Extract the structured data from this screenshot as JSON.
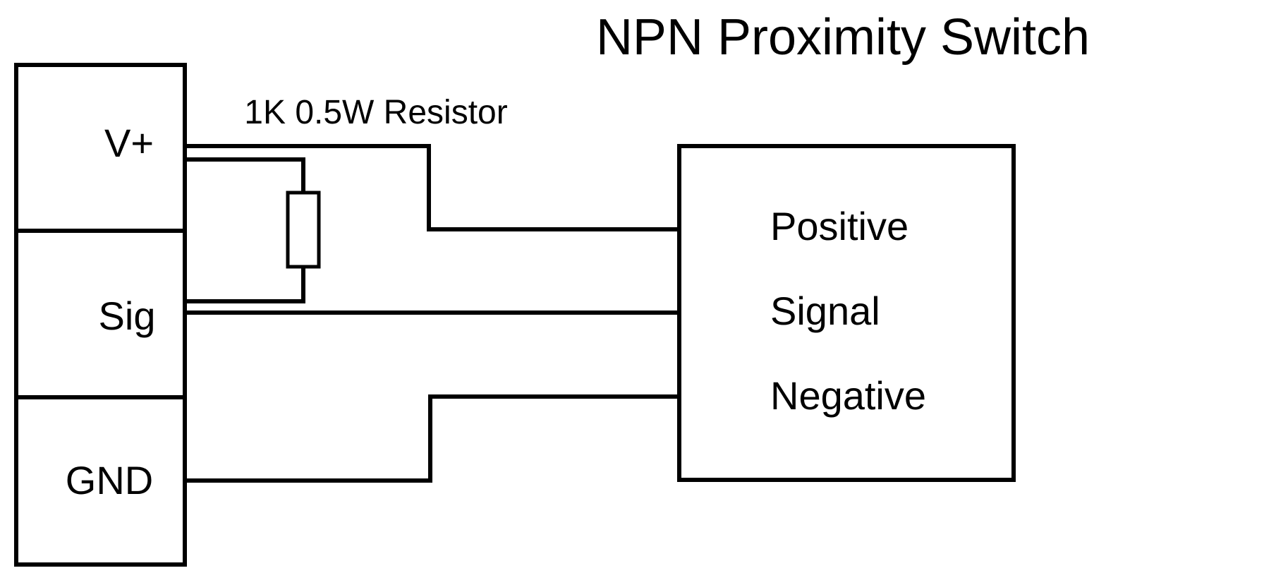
{
  "title": "NPN Proximity Switch",
  "resistor": {
    "label": "1K 0.5W Resistor"
  },
  "colors": {
    "line": "#000000",
    "background": "#ffffff"
  },
  "connector": {
    "terminals": [
      {
        "label": "V+"
      },
      {
        "label": "Sig"
      },
      {
        "label": "GND"
      }
    ]
  },
  "switch_box": {
    "pins": [
      {
        "label": "Positive"
      },
      {
        "label": "Signal"
      },
      {
        "label": "Negative"
      }
    ]
  },
  "connections": [
    {
      "from": "V+",
      "to": "Positive",
      "via": ""
    },
    {
      "from": "V+",
      "to": "Sig",
      "via": "1K 0.5W Resistor"
    },
    {
      "from": "Sig",
      "to": "Signal",
      "via": ""
    },
    {
      "from": "GND",
      "to": "Negative",
      "via": ""
    }
  ]
}
